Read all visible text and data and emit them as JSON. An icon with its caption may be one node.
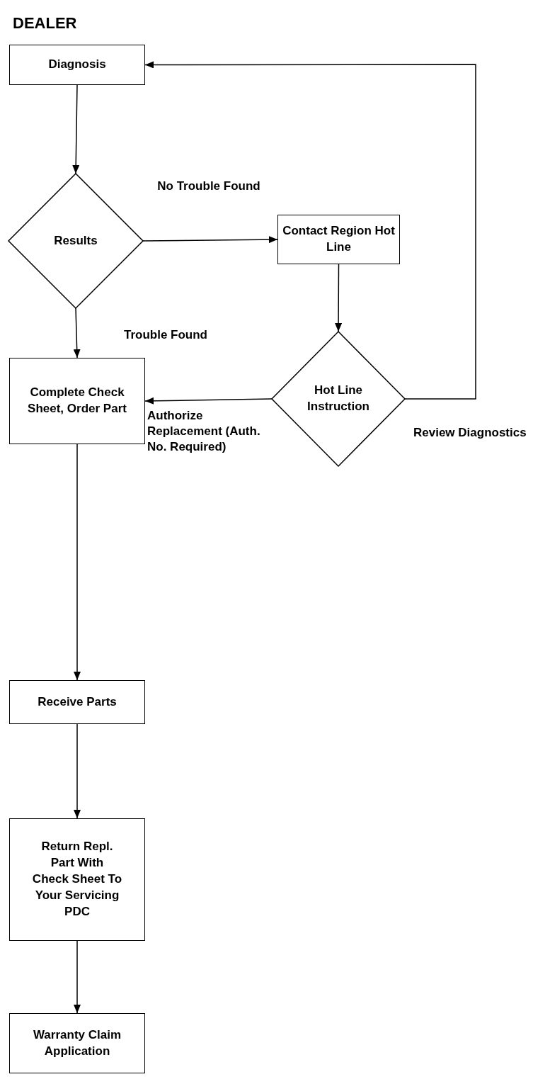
{
  "diagram": {
    "nodes": [
      {
        "text": [
          "Diagnosis"
        ]
      },
      {
        "text": [
          "Results"
        ]
      },
      {
        "text": [
          "Contact Region Hot Line"
        ]
      },
      {
        "text": [
          "Hot Line Instruction"
        ]
      },
      {
        "text": [
          "Complete Check Sheet, Order Part"
        ]
      },
      {
        "text": [
          "Receive Parts"
        ]
      },
      {
        "text": [
          "Return Repl. Part With Check Sheet To Your Servicing PDC"
        ]
      },
      {
        "text": [
          "Warranty Claim Application"
        ]
      }
    ],
    "edges": [
      {
        "from": 0,
        "to": 1,
        "arrow": "to"
      },
      {
        "from": 1,
        "to": 2,
        "arrow": "to",
        "label": "No Trouble Found"
      },
      {
        "from": 2,
        "to": 3,
        "arrow": "to"
      },
      {
        "from": 1,
        "to": 4,
        "arrow": "to",
        "label": "Trouble Found"
      },
      {
        "from": 3,
        "to": 4,
        "arrow": "to",
        "label": "Authorize Replacement (Auth. No. Required)"
      },
      {
        "from": 3,
        "to": 0,
        "arrow": "to",
        "label": "Review Diagnostics"
      },
      {
        "from": 4,
        "to": 5,
        "arrow": "to"
      },
      {
        "from": 5,
        "to": 6,
        "arrow": "to"
      },
      {
        "from": 6,
        "to": 7,
        "arrow": "to"
      }
    ],
    "labels": [
      "DEALER"
    ]
  }
}
